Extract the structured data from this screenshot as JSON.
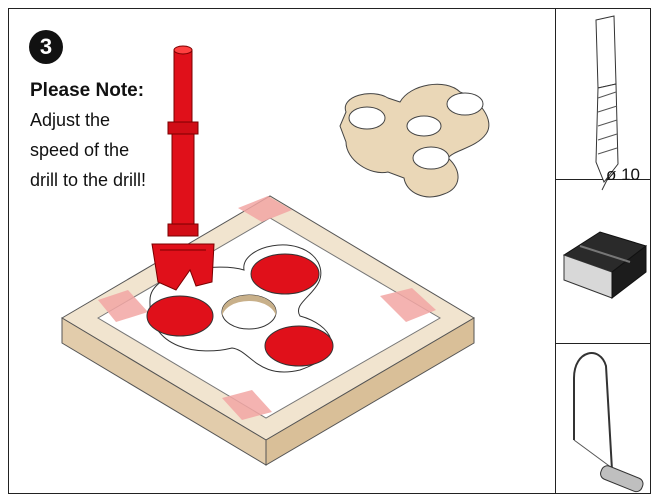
{
  "step": {
    "number": "3"
  },
  "note": {
    "title": "Please Note:",
    "lines": [
      "Adjust the",
      "speed of the",
      "drill to the drill!"
    ]
  },
  "tools": {
    "drill_bit_label": "ø 10"
  },
  "colors": {
    "drill": "#e0101a",
    "wood": "#e8d5b8",
    "tape": "#f0a0a0",
    "frame": "#222222"
  },
  "icons": [
    "drill-bit-icon",
    "sanding-block-icon",
    "fret-saw-icon",
    "forstner-drill-icon",
    "fidget-spinner-icon"
  ]
}
